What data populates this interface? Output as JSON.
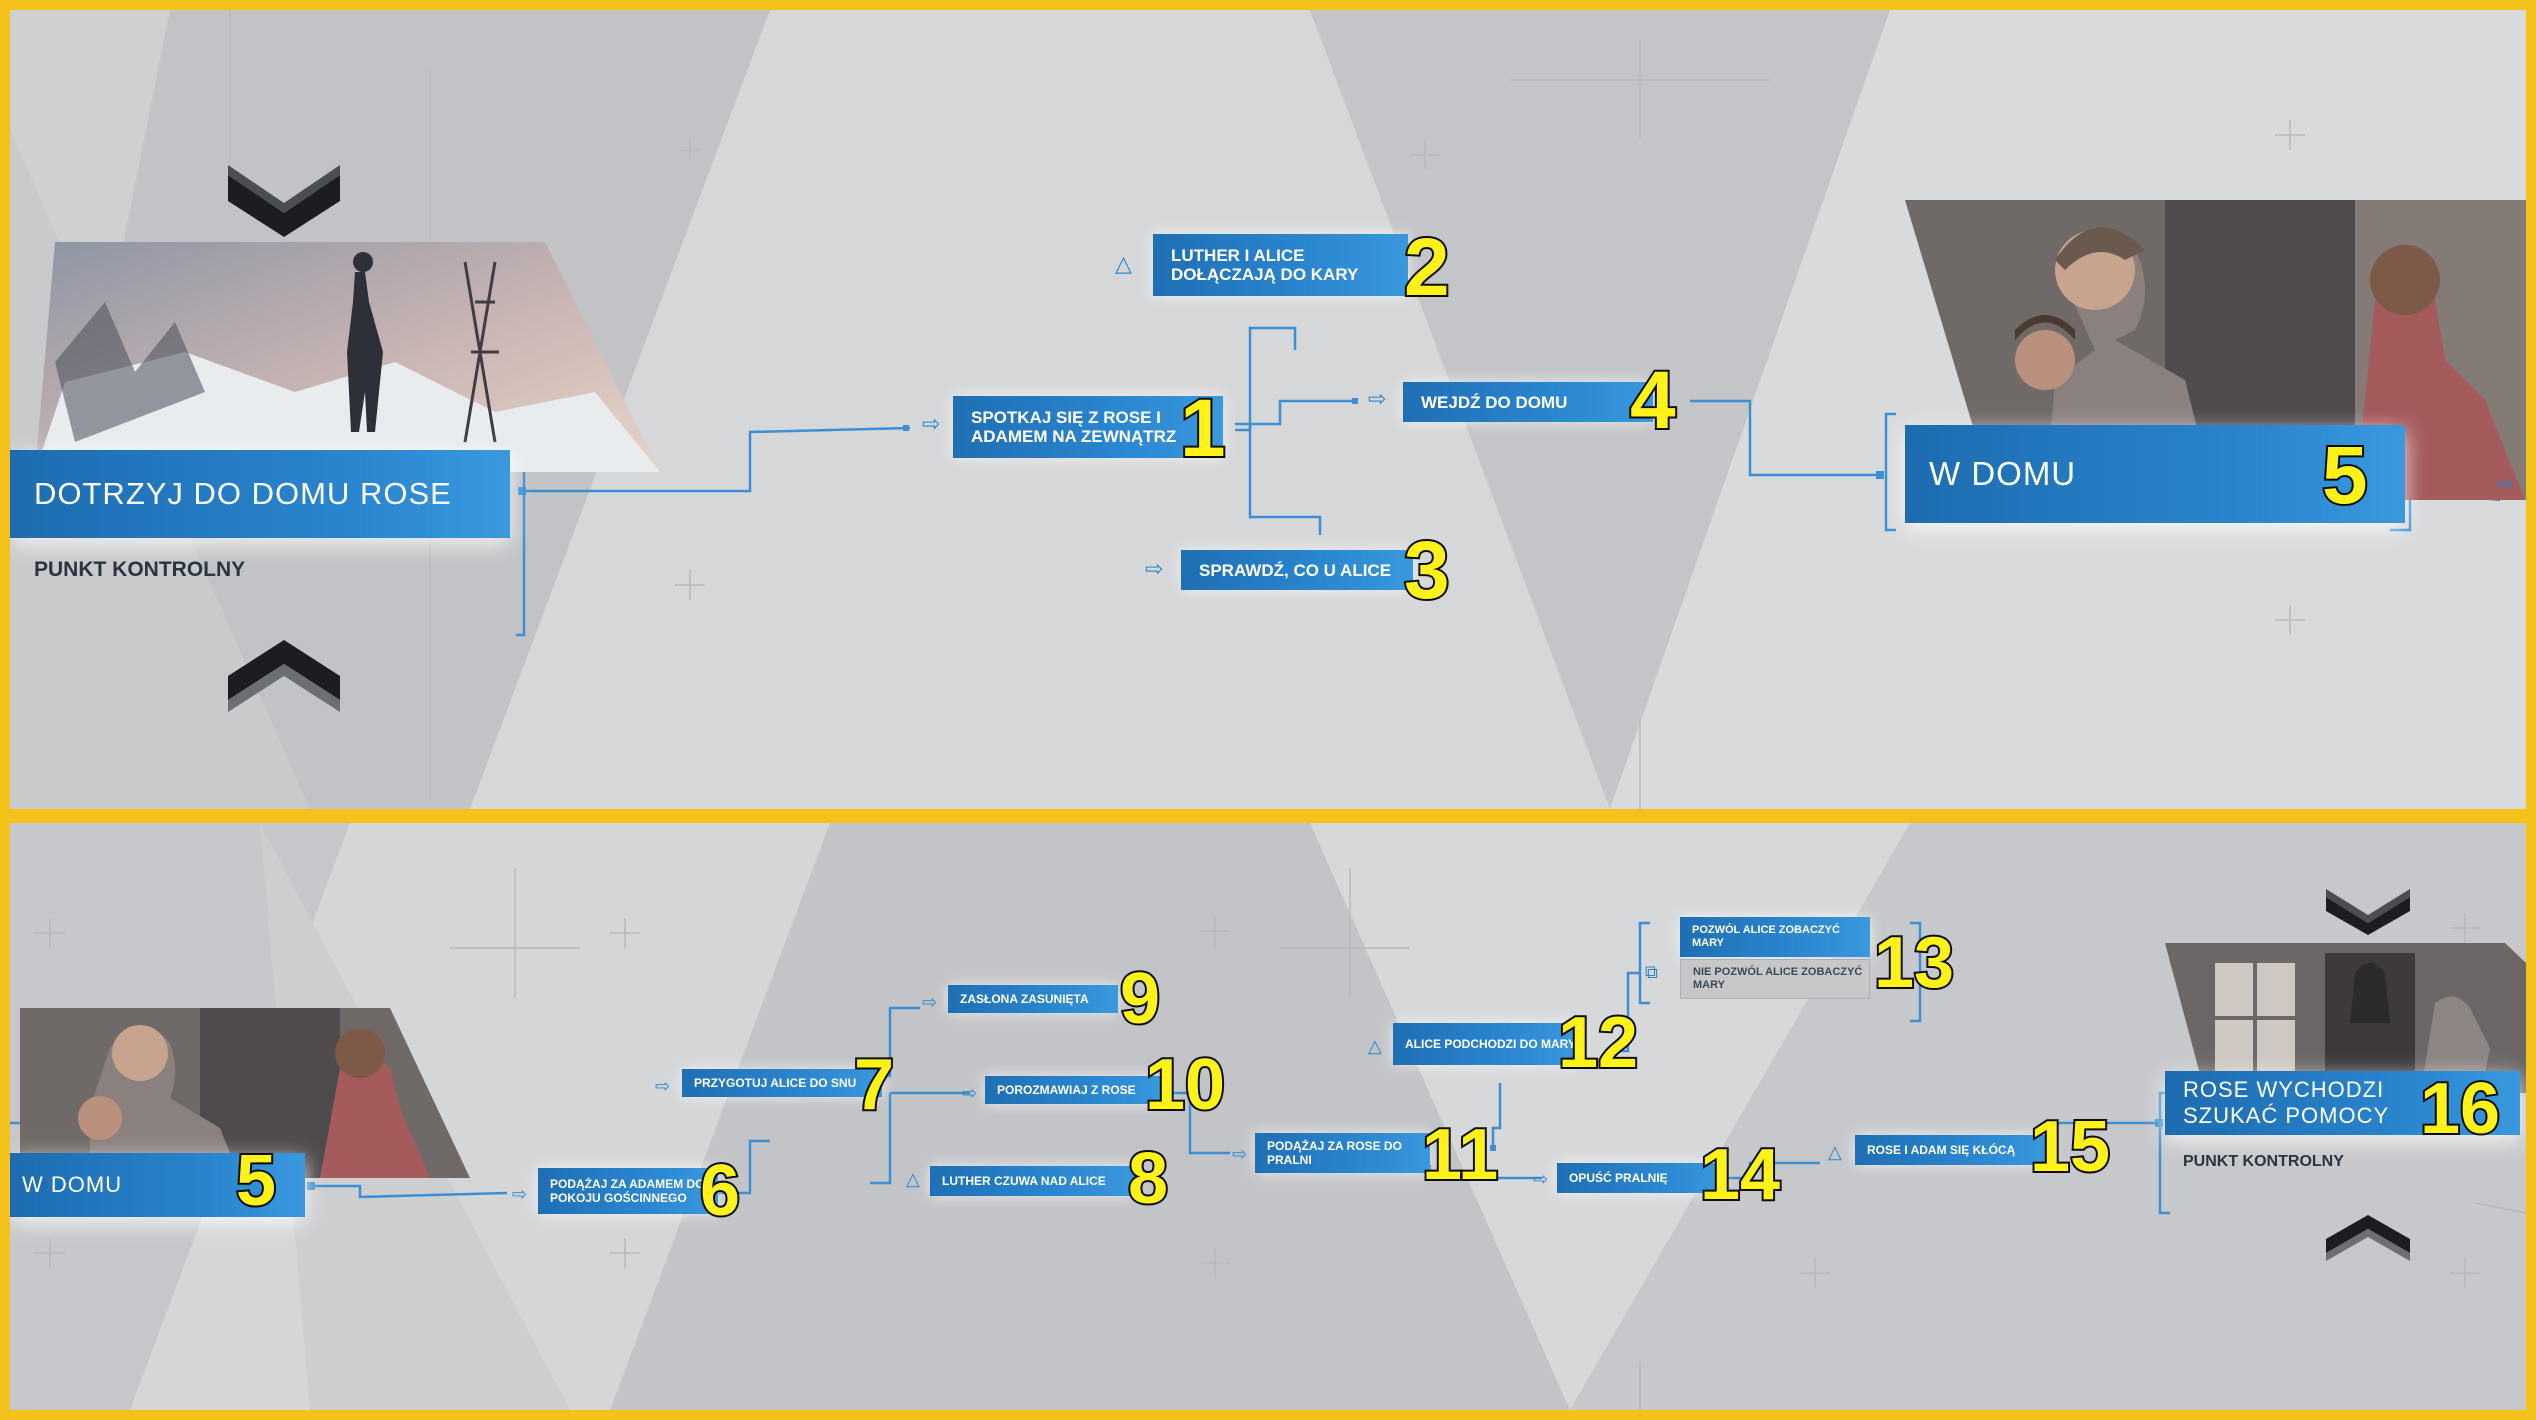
{
  "top": {
    "start": {
      "title": "DOTRZYJ DO DOMU ROSE",
      "subtitle": "PUNKT KONTROLNY"
    },
    "nodes": [
      {
        "label": "SPOTKAJ SIĘ Z ROSE I ADAMEM NA ZEWNĄTRZ",
        "num": "1"
      },
      {
        "label": "LUTHER I ALICE DOŁĄCZAJĄ DO KARY",
        "num": "2"
      },
      {
        "label": "SPRAWDŹ, CO U ALICE",
        "num": "3"
      },
      {
        "label": "WEJDŹ DO DOMU",
        "num": "4"
      }
    ],
    "end": {
      "title": "W DOMU",
      "num": "5"
    }
  },
  "bottom": {
    "start": {
      "title": "W DOMU",
      "num": "5"
    },
    "nodes": [
      {
        "label": "PODĄŻAJ ZA ADAMEM DO POKOJU GOŚCINNEGO",
        "num": "6"
      },
      {
        "label": "PRZYGOTUJ ALICE DO SNU",
        "num": "7"
      },
      {
        "label": "LUTHER CZUWA NAD ALICE",
        "num": "8"
      },
      {
        "label": "ZASŁONA ZASUNIĘTA",
        "num": "9"
      },
      {
        "label": "POROZMAWIAJ Z ROSE",
        "num": "10"
      },
      {
        "label": "PODĄŻAJ ZA ROSE DO PRALNI",
        "num": "11"
      },
      {
        "label": "ALICE PODCHODZI DO MARY",
        "num": "12"
      },
      {
        "label": "POZWÓL ALICE ZOBACZYĆ MARY",
        "num": "13"
      },
      {
        "label": "NIE POZWÓL ALICE ZOBACZYĆ MARY"
      },
      {
        "label": "OPUŚĆ PRALNIĘ",
        "num": "14"
      },
      {
        "label": "ROSE I ADAM SIĘ KŁÓCĄ",
        "num": "15"
      }
    ],
    "end": {
      "title": "ROSE WYCHODZI SZUKAĆ POMOCY",
      "subtitle": "PUNKT KONTROLNY",
      "num": "16"
    }
  },
  "icons": {
    "arrow": "⇨",
    "triangle": "△",
    "objects": "⧉",
    "chevron_down": "chevron-down-icon",
    "chevron_up": "chevron-up-icon"
  },
  "colors": {
    "node_blue": "#2a86cf",
    "line_blue": "#3c8fd4",
    "number_yellow": "#fff21a",
    "frame": "#f4c21a"
  }
}
